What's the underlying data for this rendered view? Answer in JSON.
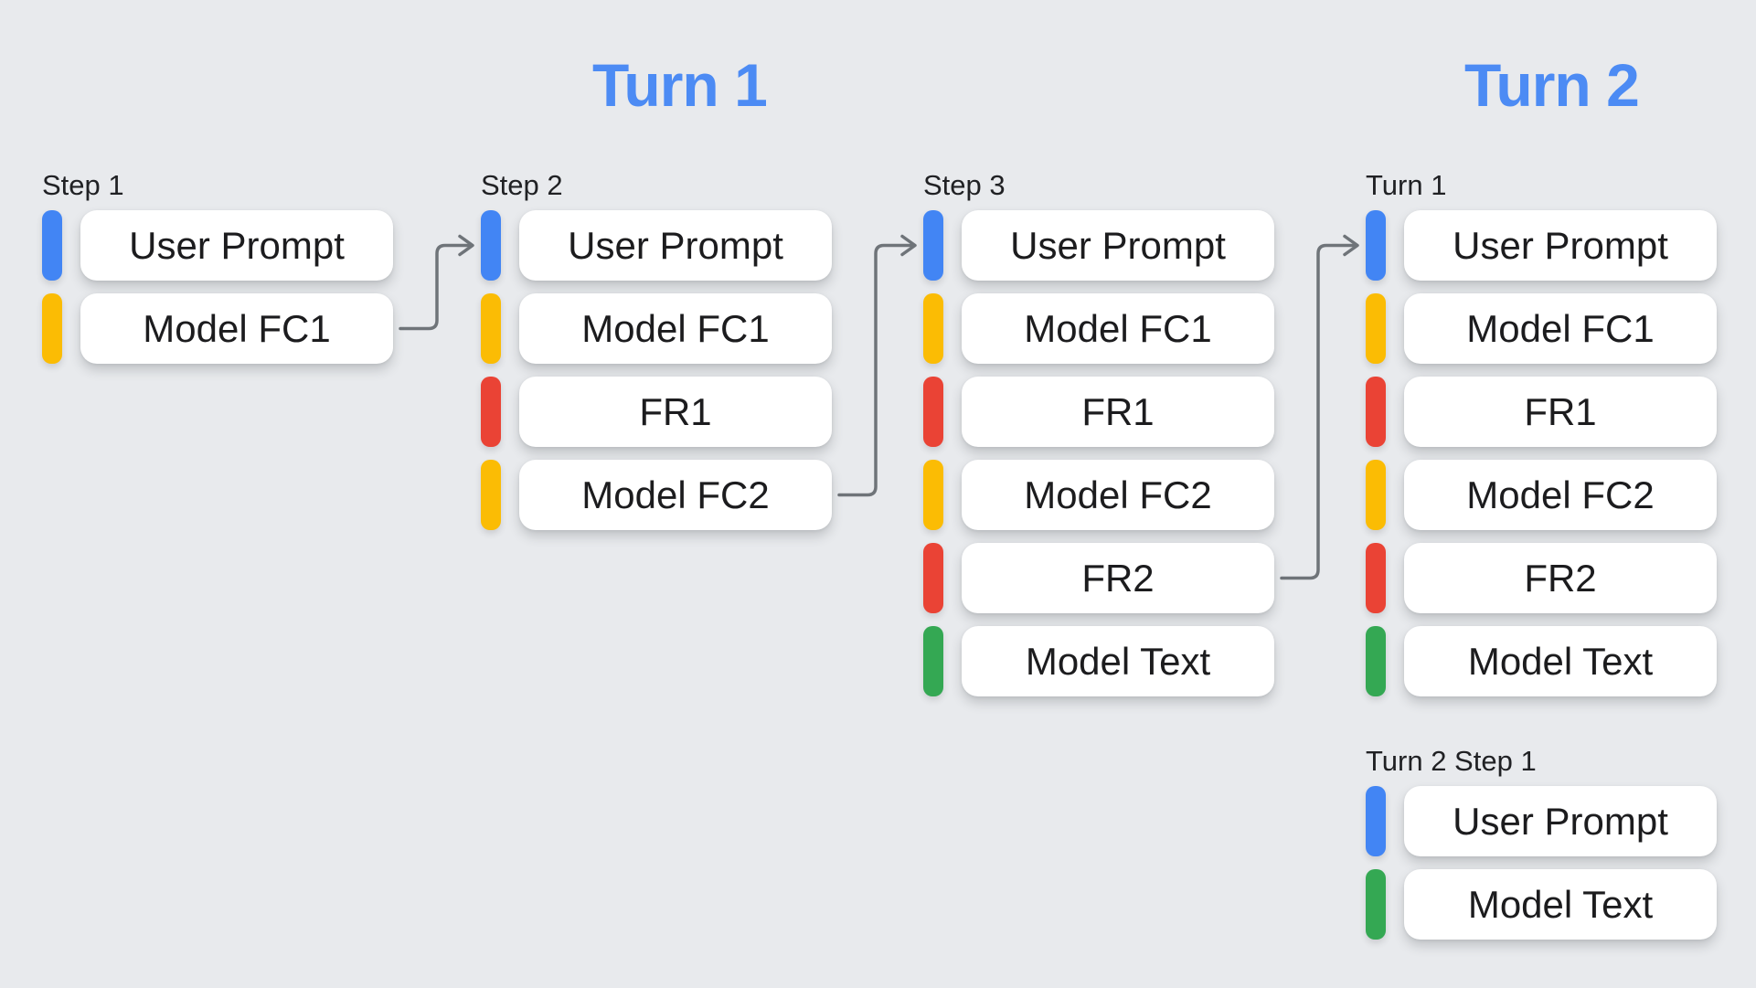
{
  "titles": [
    {
      "text": "Turn 1"
    },
    {
      "text": "Turn 2"
    }
  ],
  "colors": {
    "background": "#E8EAED",
    "title_blue": "#4C8BF4",
    "arrow_gray": "#6F7479",
    "box_fill": "#FFFFFF",
    "box_text": "#1C1C1E",
    "label_text": "#202124",
    "blue": "#4285F4",
    "yellow": "#FBBC04",
    "red": "#EA4335",
    "green": "#34A853"
  },
  "columns": [
    {
      "label": "Step 1",
      "rows": [
        {
          "text": "User Prompt",
          "color": "blue"
        },
        {
          "text": "Model FC1",
          "color": "yellow"
        }
      ]
    },
    {
      "label": "Step 2",
      "rows": [
        {
          "text": "User Prompt",
          "color": "blue"
        },
        {
          "text": "Model FC1",
          "color": "yellow"
        },
        {
          "text": "FR1",
          "color": "red"
        },
        {
          "text": "Model FC2",
          "color": "yellow"
        }
      ]
    },
    {
      "label": "Step 3",
      "rows": [
        {
          "text": "User Prompt",
          "color": "blue"
        },
        {
          "text": "Model FC1",
          "color": "yellow"
        },
        {
          "text": "FR1",
          "color": "red"
        },
        {
          "text": "Model FC2",
          "color": "yellow"
        },
        {
          "text": "FR2",
          "color": "red"
        },
        {
          "text": "Model Text",
          "color": "green"
        }
      ]
    },
    {
      "label": "Turn 1",
      "rows": [
        {
          "text": "User Prompt",
          "color": "blue"
        },
        {
          "text": "Model FC1",
          "color": "yellow"
        },
        {
          "text": "FR1",
          "color": "red"
        },
        {
          "text": "Model FC2",
          "color": "yellow"
        },
        {
          "text": "FR2",
          "color": "red"
        },
        {
          "text": "Model Text",
          "color": "green"
        }
      ]
    },
    {
      "label": "Turn 2 Step 1",
      "rows": [
        {
          "text": "User Prompt",
          "color": "blue"
        },
        {
          "text": "Model Text",
          "color": "green"
        }
      ]
    }
  ],
  "arrows": [
    {
      "from_col": 0,
      "from_row": 1,
      "to_col": 1,
      "to_row": 0
    },
    {
      "from_col": 1,
      "from_row": 3,
      "to_col": 2,
      "to_row": 0
    },
    {
      "from_col": 2,
      "from_row": 4,
      "to_col": 3,
      "to_row": 0
    }
  ]
}
